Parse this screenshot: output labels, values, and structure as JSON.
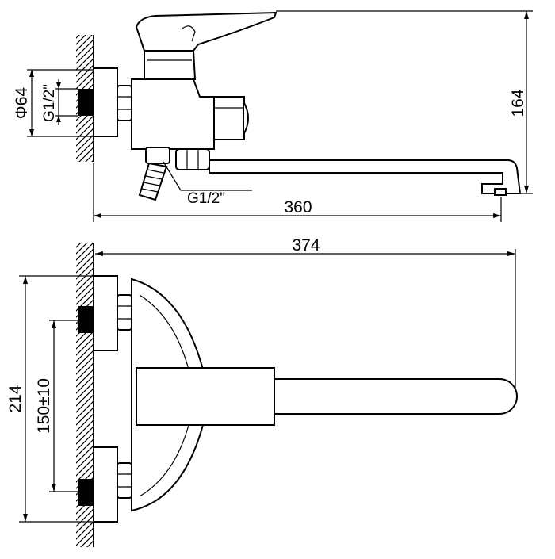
{
  "dimensions": {
    "top_width": "360",
    "top_height": "164",
    "diameter": "Φ64",
    "thread_wall": "G1/2\"",
    "thread_hose": "G1/2\"",
    "bottom_width": "374",
    "bottom_height": "214",
    "spacing": "150±10"
  }
}
